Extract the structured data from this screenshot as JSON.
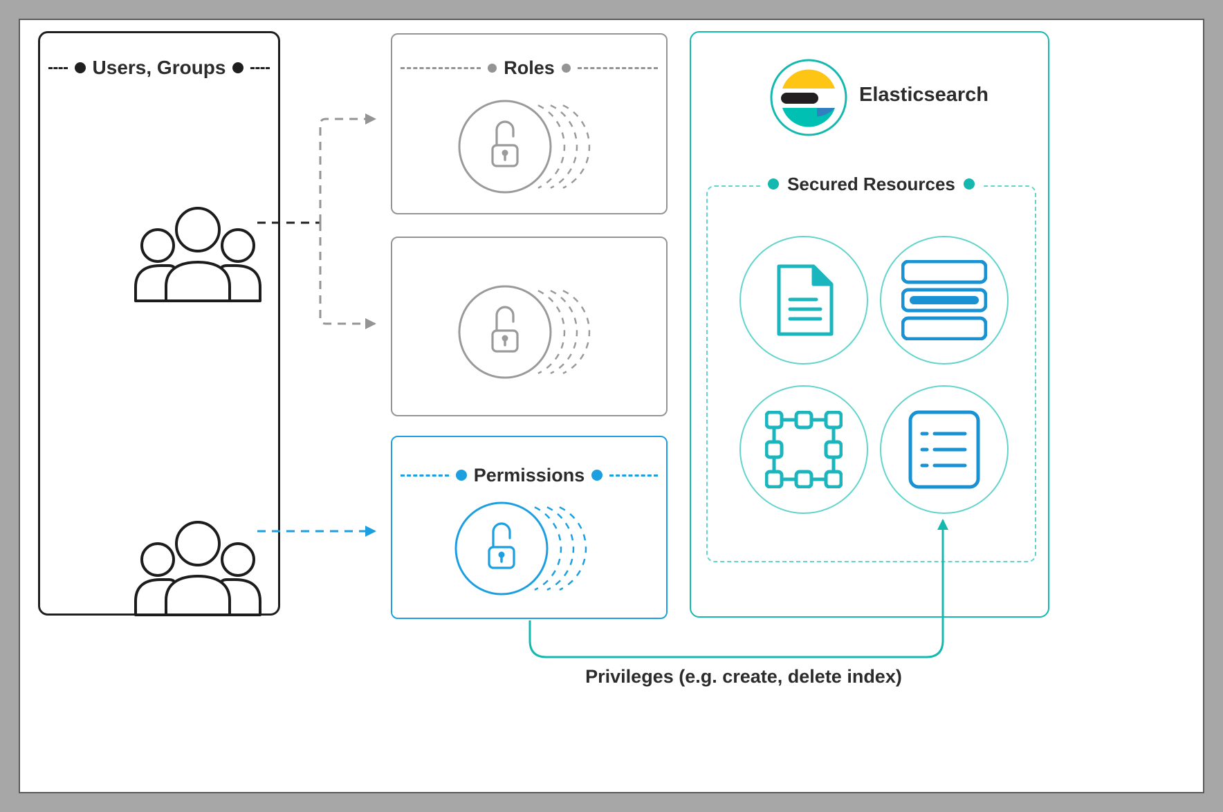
{
  "page": {
    "users_groups": {
      "label": "Users, Groups"
    },
    "roles": {
      "label": "Roles"
    },
    "permissions": {
      "label": "Permissions"
    },
    "elasticsearch": {
      "title": "Elasticsearch"
    },
    "secured_resources": {
      "label": "Secured Resources"
    },
    "privileges_caption": "Privileges (e.g. create, delete index)"
  },
  "icons": {
    "users_group": "users-group-icon",
    "unlock": "unlock-padlock-icon",
    "elasticsearch_logo": "elasticsearch-logo",
    "document": "document-icon",
    "index_stack": "index-stack-icon",
    "cluster_nodes": "cluster-nodes-icon",
    "list": "list-icon"
  },
  "colors": {
    "ink": "#1f1f1f",
    "gray": "#949494",
    "blue": "#1b9fe0",
    "teal": "#14b8ae",
    "teal_light": "#62d4cb",
    "text": "#2b2b2b",
    "icon_blue": "#1892d2",
    "icon_teal": "#1ab5bd",
    "logo_yellow": "#fec514",
    "logo_black": "#231f20",
    "logo_teal": "#00bfb3",
    "logo_blue": "#2f7fc1"
  }
}
